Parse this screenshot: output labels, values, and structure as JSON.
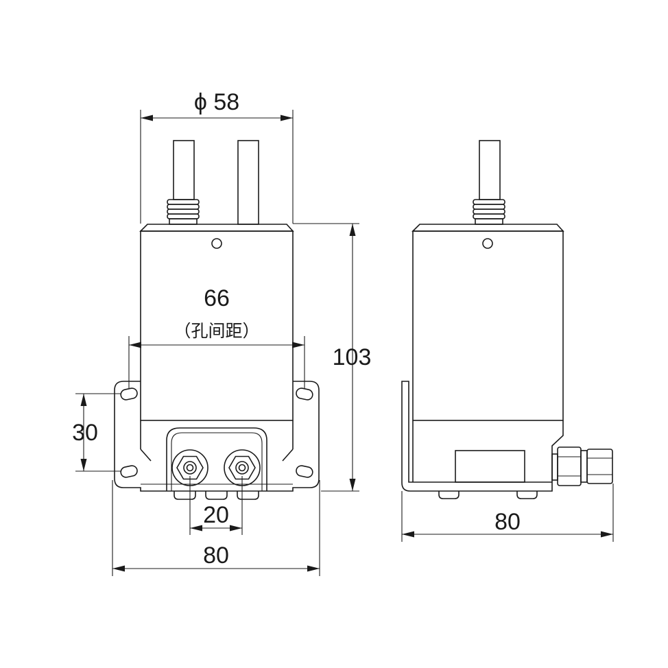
{
  "dimensions": {
    "diameter": "ϕ 58",
    "hole_spacing": "66",
    "hole_spacing_note": "（孔间距）",
    "height": "103",
    "vertical_hole_pitch": "30",
    "port_spacing": "20",
    "front_width": "80",
    "side_width": "80"
  },
  "colors": {
    "line": "#1a1a1a",
    "background": "#ffffff"
  }
}
